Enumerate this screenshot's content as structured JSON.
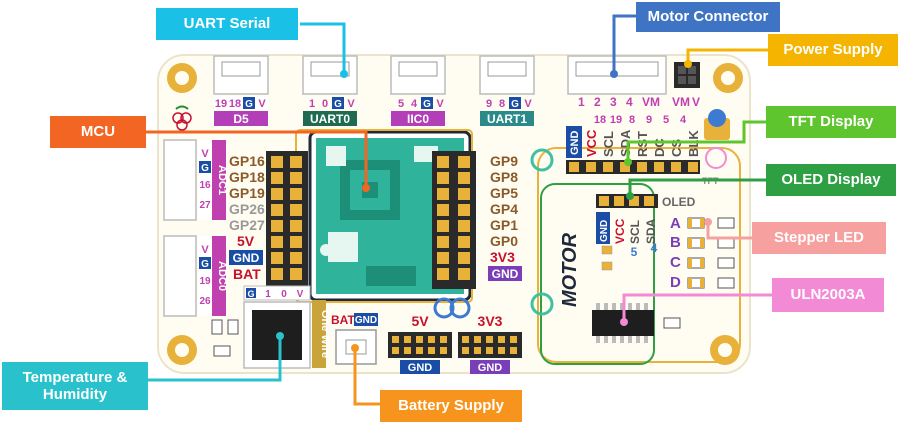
{
  "colors": {
    "uart_serial": "#1bc0e6",
    "motor_connector": "#3f74c4",
    "power_supply": "#f5b400",
    "mcu": "#f26522",
    "tft_display": "#5fc52e",
    "oled_display": "#2ea043",
    "stepper_led": "#f7a0a0",
    "uln2003a": "#f28ad6",
    "temperature": "#29c2cc",
    "battery_supply": "#f7941d",
    "board": "#fffdf2",
    "board_edge": "#e9e3cf",
    "header_black": "#2a2a2a",
    "gold": "#e8b13a"
  },
  "callouts": {
    "uart_serial": "UART Serial",
    "motor_connector": "Motor Connector",
    "power_supply": "Power Supply",
    "mcu": "MCU",
    "tft_display": "TFT Display",
    "oled_display": "OLED Display",
    "stepper_led": "Stepper LED",
    "uln2003a": "ULN2003A",
    "temperature_line1": "Temperature &",
    "temperature_line2": "Humidity",
    "battery_supply": "Battery Supply"
  },
  "board": {
    "top_ports": [
      {
        "pins": [
          "19",
          "18",
          "G",
          "V"
        ],
        "label": "D5"
      },
      {
        "pins": [
          "1",
          "0",
          "G",
          "V"
        ],
        "label": "UART0"
      },
      {
        "pins": [
          "5",
          "4",
          "G",
          "V"
        ],
        "label": "IIC0"
      },
      {
        "pins": [
          "9",
          "8",
          "G",
          "V"
        ],
        "label": "UART1"
      }
    ],
    "motor_pins": [
      "1",
      "2",
      "3",
      "4",
      "VM"
    ],
    "power_pins": [
      "VM",
      "V"
    ],
    "left_gpio": [
      "GP16",
      "GP18",
      "GP19",
      "GP26",
      "GP27",
      "5V",
      "GND",
      "BAT"
    ],
    "right_gpio": [
      "GP9",
      "GP8",
      "GP5",
      "GP4",
      "GP1",
      "GP0",
      "3V3",
      "GND"
    ],
    "adc1": {
      "pins": [
        "V",
        "G",
        "16",
        "27"
      ],
      "label": "ADC1"
    },
    "adc0": {
      "pins": [
        "V",
        "G",
        "19",
        "26"
      ],
      "label": "ADC0"
    },
    "tft_pins": [
      "GND",
      "VCC",
      "SCL",
      "SDA",
      "RST",
      "DC",
      "CS",
      "BLK"
    ],
    "tft_nums": [
      "18",
      "19",
      "8",
      "9",
      "5",
      "4"
    ],
    "tft_tag": "TFT",
    "oled_pins": [
      "GND",
      "VCC",
      "SCL",
      "SDA"
    ],
    "oled_nums": [
      "5",
      "4"
    ],
    "oled_tag": "OLED",
    "stepper_leds": [
      "A",
      "B",
      "C",
      "D"
    ],
    "motor_label": "MOTOR",
    "onewire_pins": [
      "G",
      "1",
      "0",
      "V"
    ],
    "onewire_label": "One Wire",
    "bat_label": "BAT",
    "gnd_label": "GND",
    "hdr_5v": "5V",
    "hdr_3v3": "3V3",
    "gnd_bottom": "GND"
  }
}
